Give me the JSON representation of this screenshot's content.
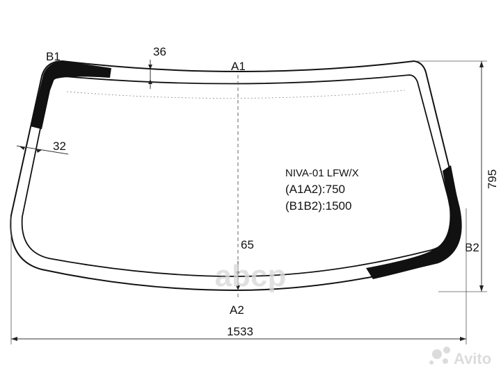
{
  "labels": {
    "b1": "B1",
    "a1": "A1",
    "b2": "B2",
    "a2": "A2"
  },
  "dimensions": {
    "top_band": "36",
    "side_band": "32",
    "bottom_band": "65",
    "height": "795",
    "width": "1533"
  },
  "spec": {
    "model": "NIVA-01 LFW/X",
    "a1a2": "(A1A2):750",
    "b1b2": "(B1B2):1500"
  },
  "watermarks": {
    "center": "аbcp",
    "corner": "Avito"
  },
  "colors": {
    "outline": "#111111",
    "band": "#111111",
    "watermark": "#d9d9d9"
  }
}
